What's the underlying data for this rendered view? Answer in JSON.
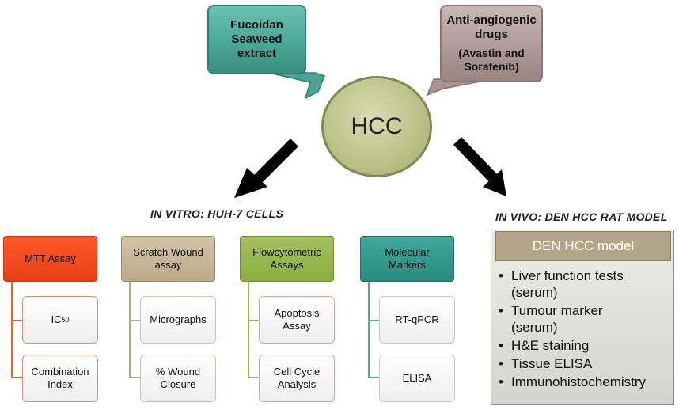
{
  "top_boxes": {
    "fucoidan": "Fucoidan\nSeaweed\nextract",
    "anti_angiogenic_title": "Anti-angiogenic\ndrugs",
    "anti_angiogenic_sub": "(Avastin and\nSorafenib)"
  },
  "center": "HCC",
  "in_vitro": {
    "title": "IN VITRO: HUH-7 CELLS",
    "columns": [
      {
        "header": "MTT Assay",
        "children": [
          "IC50",
          "Combination\nIndex"
        ],
        "color": "#ee4a1c"
      },
      {
        "header": "Scratch Wound\nassay",
        "children": [
          "Micrographs",
          "% Wound\nClosure"
        ],
        "color": "#c8b695"
      },
      {
        "header": "Flowcytometric\nAssays",
        "children": [
          "Apoptosis\nAssay",
          "Cell Cycle\nAnalysis"
        ],
        "color": "#98b84b"
      },
      {
        "header": "Molecular\nMarkers",
        "children": [
          "RT-qPCR",
          "ELISA"
        ],
        "color": "#349a8f"
      }
    ]
  },
  "in_vivo": {
    "title": "IN VIVO: DEN HCC RAT MODEL",
    "panel_title": "DEN HCC model",
    "items": [
      "Liver function tests\n(serum)",
      "Tumour marker\n(serum)",
      "H&E staining",
      "Tissue ELISA",
      "Immunohistochemistry"
    ]
  },
  "colors": {
    "fucoidan_box": "#48a595",
    "anti_box": "#ad9896",
    "hcc_circle": "#bdc38a",
    "den_header": "#b3a688"
  }
}
